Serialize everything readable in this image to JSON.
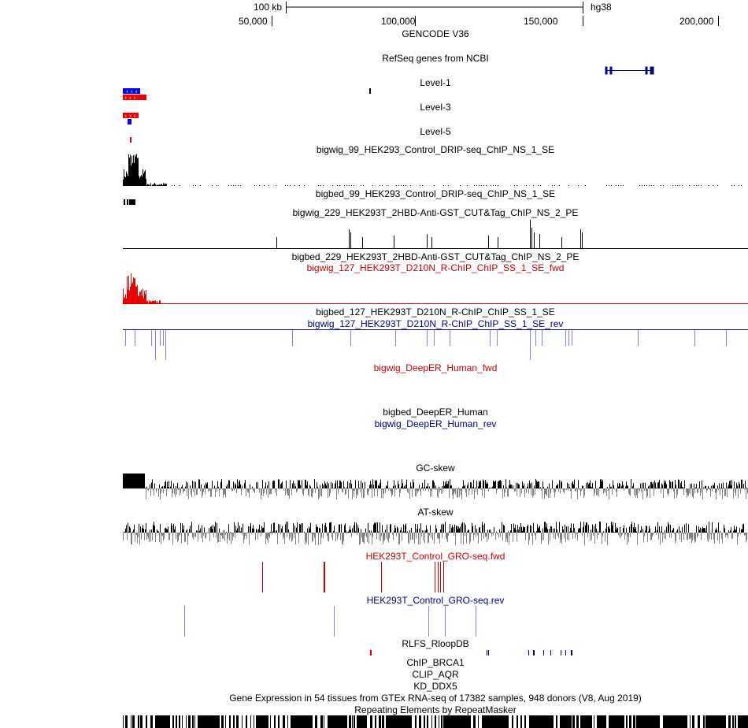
{
  "browser": {
    "scale_label": "100 kb",
    "assembly": "hg38",
    "ruler_ticks": [
      "50,000",
      "100,000",
      "150,000",
      "200,000"
    ]
  },
  "tracks": {
    "gencode": "GENCODE V36",
    "refseq": "RefSeq genes from NCBI",
    "level1": "Level-1",
    "level3": "Level-3",
    "level5": "Level-5",
    "drip_bigwig": "bigwig_99_HEK293_Control_DRIP-seq_ChIP_NS_1_SE",
    "drip_bigbed": "bigbed_99_HEK293_Control_DRIP-seq_ChIP_NS_1_SE",
    "cut_bigwig": "bigwig_229_HEK293T_2HBD-Anti-GST_CUT&Tag_ChIP_NS_2_PE",
    "cut_bigbed": "bigbed_229_HEK293T_2HBD-Anti-GST_CUT&Tag_ChIP_NS_2_PE",
    "rchip_fwd": "bigwig_127_HEK293T_D210N_R-ChIP_ChIP_SS_1_SE_fwd",
    "rchip_bigbed": "bigbed_127_HEK293T_D210N_R-ChIP_ChIP_SS_1_SE",
    "rchip_rev": "bigwig_127_HEK293T_D210N_R-ChIP_ChIP_SS_1_SE_rev",
    "deeper_fwd": "bigwig_DeepER_Human_fwd",
    "deeper_bigbed": "bigbed_DeepER_Human",
    "deeper_rev": "bigwig_DeepER_Human_rev",
    "gc_skew": "GC-skew",
    "at_skew": "AT-skew",
    "gro_fwd": "HEK293T_Control_GRO-seq.fwd",
    "gro_rev": "HEK293T_Control_GRO-seq.rev",
    "rlfs": "RLFS_RloopDB",
    "chip_brca1": "ChIP_BRCA1",
    "clip_aqr": "CLIP_AQR",
    "kd_ddx5": "KD_DDX5",
    "gtex": "Gene Expression in 54 tissues from GTEx RNA-seq of 17382 samples, 948 donors (V8, Aug 2019)",
    "repeatmasker": "Repeating Elements by RepeatMasker"
  },
  "colors": {
    "black": "#000000",
    "red": "#cc0000",
    "blue": "#000088",
    "light_blue": "#8080ff",
    "gray": "#808080",
    "feature_red": "#ee0000",
    "feature_blue": "#0000ee"
  }
}
